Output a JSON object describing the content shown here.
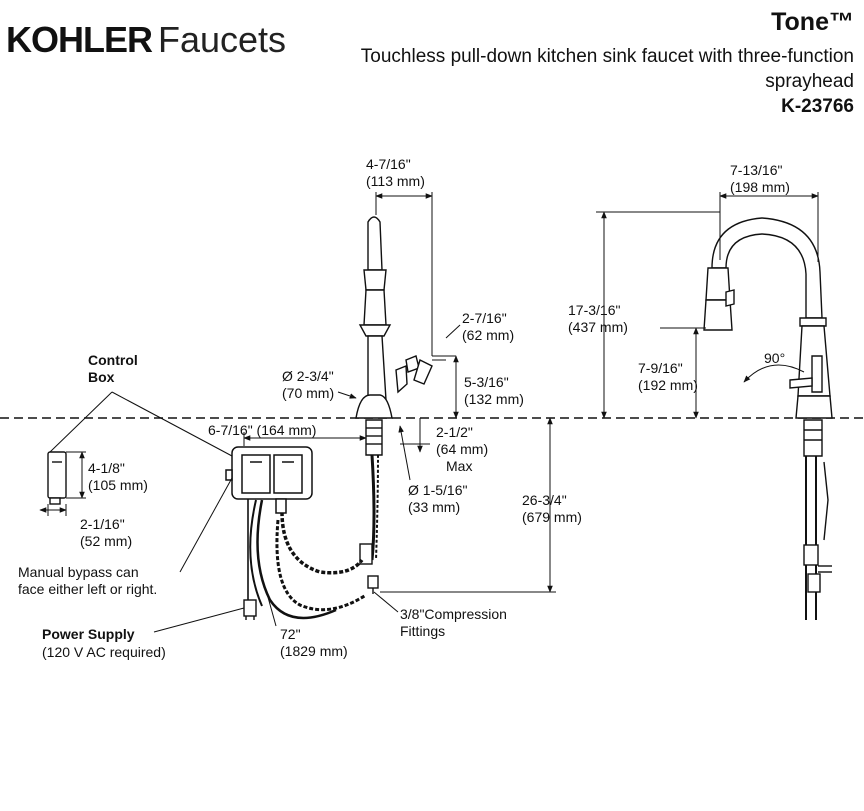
{
  "header": {
    "brand": "KOHLER",
    "brand_suffix": "Faucets",
    "product_name": "Tone™",
    "description": "Touchless pull-down kitchen sink faucet with three-function sprayhead",
    "model": "K-23766"
  },
  "callouts": {
    "spout_reach": [
      "4-7/16\"",
      "(113 mm)"
    ],
    "spout_reach_side": [
      "7-13/16\"",
      "(198 mm)"
    ],
    "handle_width": [
      "2-7/16\"",
      "(62 mm)"
    ],
    "base_diameter": [
      "Ø 2-3/4\"",
      "(70 mm)"
    ],
    "handle_height": [
      "5-3/16\"",
      "(132 mm)"
    ],
    "overall_height": [
      "17-3/16\"",
      "(437 mm)"
    ],
    "spout_height": [
      "7-9/16\"",
      "(192 mm)"
    ],
    "handle_angle": "90°",
    "box_offset": "6-7/16\" (164 mm)",
    "deck_thickness": [
      "2-1/2\"",
      "(64 mm)",
      "Max"
    ],
    "shank_diameter": [
      "Ø 1-5/16\"",
      "(33 mm)"
    ],
    "under_deck_length": [
      "26-3/4\"",
      "(679 mm)"
    ],
    "box_height": [
      "4-1/8\"",
      "(105 mm)"
    ],
    "box_depth": [
      "2-1/16\"",
      "(52 mm)"
    ],
    "cable_length": [
      "72\"",
      "(1829 mm)"
    ],
    "control_box": [
      "Control",
      "Box"
    ],
    "bypass_note": [
      "Manual bypass can",
      "face either left or right."
    ],
    "power_supply": "Power Supply",
    "power_note": "(120 V AC required)",
    "fittings": [
      "3/8\"Compression",
      "Fittings"
    ]
  },
  "colors": {
    "line": "#111111",
    "fill": "#ffffff"
  }
}
